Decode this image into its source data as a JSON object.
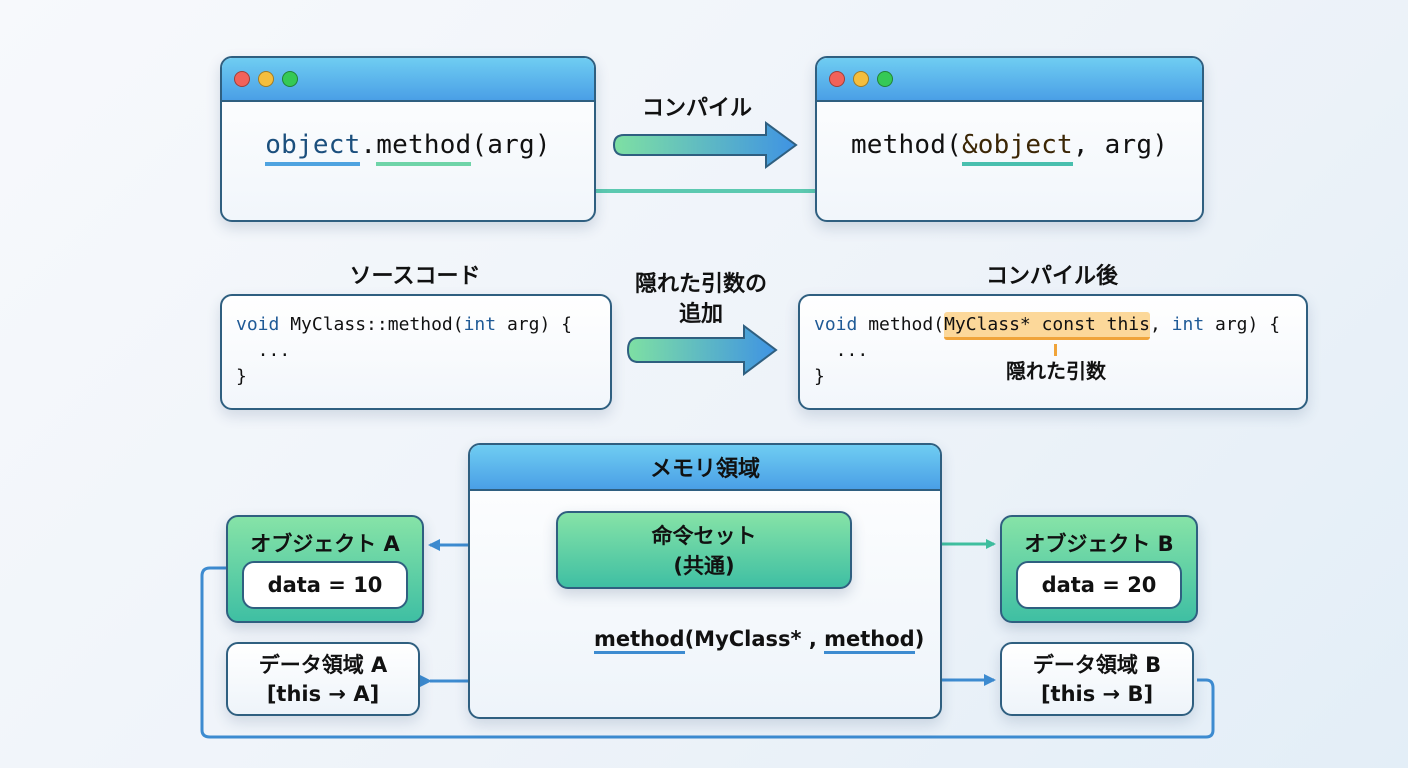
{
  "top": {
    "left_window": {
      "code_object": "object",
      "code_dot": ".",
      "code_method": "method",
      "code_rest": "(arg)"
    },
    "compile_label": "コンパイル",
    "right_window": {
      "code_method": "method(",
      "code_object": "&object",
      "code_rest": ", arg)"
    }
  },
  "middle": {
    "source_title": "ソースコード",
    "source_code": {
      "line1_kw1": "void",
      "line1_mid": " MyClass::method(",
      "line1_kw2": "int",
      "line1_end": " arg) {",
      "line2": "  ...",
      "line3": "}"
    },
    "transform_label_line1": "隠れた引数の",
    "transform_label_line2": "追加",
    "compiled_title": "コンパイル後",
    "compiled_code": {
      "kw1": "void",
      "mid": " method(",
      "hidden": "MyClass* const this",
      "comma": ", ",
      "kw2": "int",
      "end": " arg) {",
      "line2": "  ...",
      "line3": "}"
    },
    "hidden_arg_label": "隠れた引数"
  },
  "bottom": {
    "memory_title": "メモリ領域",
    "instruction_set_line1": "命令セット",
    "instruction_set_line2": "(共通)",
    "method_call": {
      "part1": "method",
      "part2": "(MyClass* , ",
      "part3": "method",
      "part4": ")"
    },
    "object_a": {
      "title": "オブジェクト A",
      "data": "data = 10"
    },
    "object_b": {
      "title": "オブジェクト B",
      "data": "data = 20"
    },
    "data_area_a": {
      "line1": "データ領域 A",
      "line2": "[this → A]"
    },
    "data_area_b": {
      "line1": "データ領域 B",
      "line2": "[this → B]"
    }
  },
  "colors": {
    "blue_connector": "#3d8bd0",
    "teal_connector": "#3fbf9f",
    "orange_connector": "#f0a43a",
    "border": "#2f5f80"
  }
}
